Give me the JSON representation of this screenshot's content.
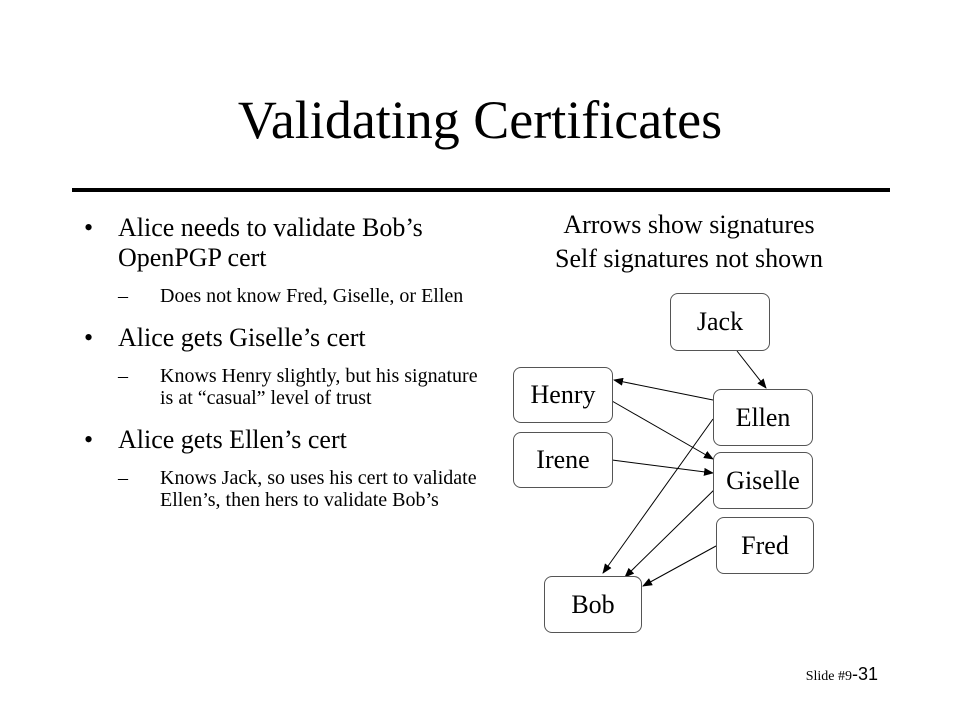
{
  "slide": {
    "title": "Validating Certificates",
    "bullets": [
      {
        "text": "Alice needs to validate Bob’s OpenPGP cert",
        "subs": [
          "Does not know Fred, Giselle, or Ellen"
        ]
      },
      {
        "text": "Alice gets Giselle’s cert",
        "subs": [
          "Knows Henry slightly, but his signature is at “casual” level of trust"
        ]
      },
      {
        "text": "Alice gets Ellen’s cert",
        "subs": [
          "Knows Jack, so uses his cert to validate Ellen’s, then hers to validate Bob’s"
        ]
      }
    ],
    "bullet_glyph": "•",
    "dash_glyph": "–",
    "caption_line1": "Arrows show signatures",
    "caption_line2": "Self signatures not shown",
    "footer_prefix": "Slide #9",
    "footer_number": "-31"
  },
  "diagram": {
    "nodes": {
      "jack": "Jack",
      "henry": "Henry",
      "ellen": "Ellen",
      "irene": "Irene",
      "giselle": "Giselle",
      "fred": "Fred",
      "bob": "Bob"
    },
    "signatures": [
      {
        "from": "Jack",
        "to": "Ellen"
      },
      {
        "from": "Ellen",
        "to": "Henry"
      },
      {
        "from": "Henry",
        "to": "Giselle"
      },
      {
        "from": "Irene",
        "to": "Giselle"
      },
      {
        "from": "Ellen",
        "to": "Bob"
      },
      {
        "from": "Giselle",
        "to": "Bob"
      },
      {
        "from": "Fred",
        "to": "Bob"
      }
    ]
  }
}
